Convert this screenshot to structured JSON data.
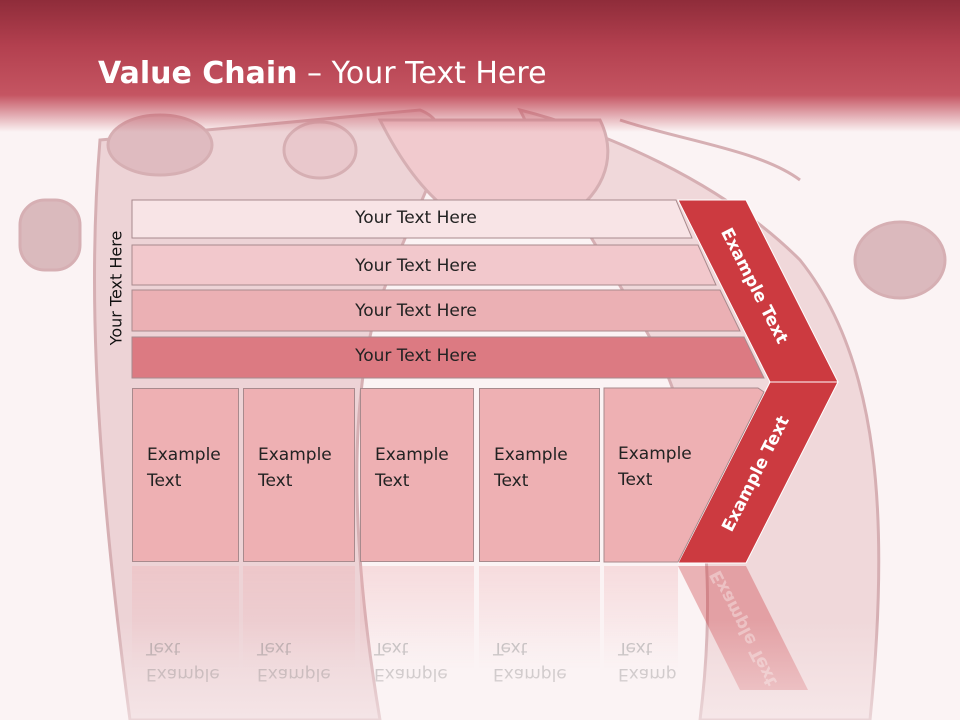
{
  "slide": {
    "title_bold": "Value Chain",
    "title_rest": " – Your Text Here",
    "side_label": "Your Text Here",
    "rows": [
      {
        "label": "Your Text Here"
      },
      {
        "label": "Your Text Here"
      },
      {
        "label": "Your Text Here"
      },
      {
        "label": "Your Text Here"
      }
    ],
    "boxes": [
      {
        "line1": "Example",
        "line2": "Text"
      },
      {
        "line1": "Example",
        "line2": "Text"
      },
      {
        "line1": "Example",
        "line2": "Text"
      },
      {
        "line1": "Example",
        "line2": "Text"
      },
      {
        "line1": "Example",
        "line2": "Text"
      }
    ],
    "arrow_upper": "Example Text",
    "arrow_lower": "Example Text"
  },
  "colors": {
    "header": "#b3404f",
    "arrow": "#cc3a40",
    "row1": "#f8e4e6",
    "row2": "#f2c8cc",
    "row3": "#ebb0b4",
    "row4": "#dc7a82",
    "box": "#eeb0b3"
  }
}
